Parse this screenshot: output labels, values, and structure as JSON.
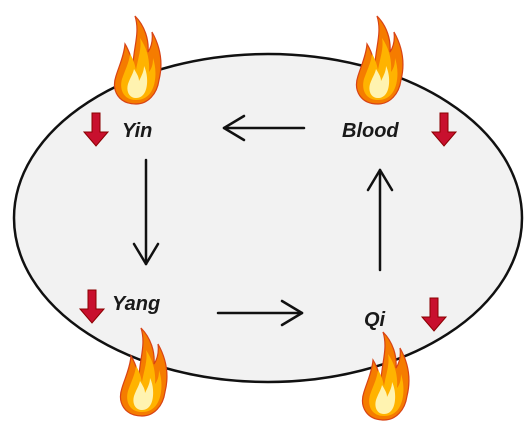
{
  "diagram": {
    "type": "cycle",
    "nodes": {
      "yin": {
        "label": "Yin",
        "indicator": "decrease"
      },
      "yang": {
        "label": "Yang",
        "indicator": "decrease"
      },
      "qi": {
        "label": "Qi",
        "indicator": "decrease"
      },
      "blood": {
        "label": "Blood",
        "indicator": "decrease"
      }
    },
    "edges": [
      {
        "from": "blood",
        "to": "yin"
      },
      {
        "from": "yin",
        "to": "yang"
      },
      {
        "from": "yang",
        "to": "qi"
      },
      {
        "from": "qi",
        "to": "blood"
      }
    ]
  },
  "icons": {
    "fire": "fire-icon",
    "decrease_arrow": "red-down-arrow-icon"
  },
  "colors": {
    "ellipse_fill": "#f2f2f2",
    "ellipse_stroke": "#111111",
    "down_arrow": "#c8102e",
    "flame_outer": "#f57c00",
    "flame_mid": "#ffb300",
    "flame_inner": "#fff3b0"
  }
}
